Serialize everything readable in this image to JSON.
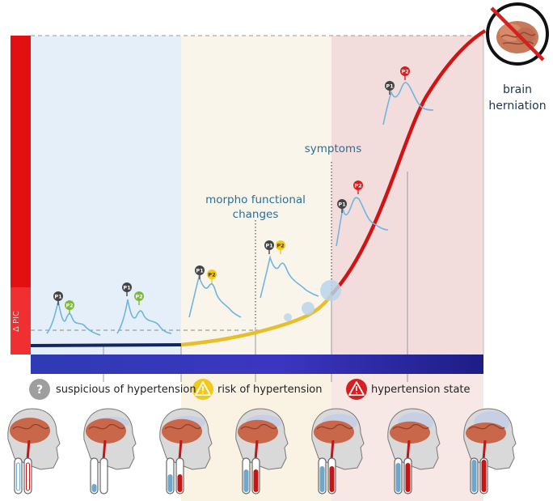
{
  "axis": {
    "y_label": "Δ PIC"
  },
  "annotations": {
    "morpho_line1": "morpho functional",
    "morpho_line2": "changes",
    "symptoms": "symptoms",
    "herniation_line1": "brain",
    "herniation_line2": "herniation"
  },
  "legend": [
    {
      "label": "suspicious of hypertension",
      "icon": "question-icon",
      "color": "#9e9e9e"
    },
    {
      "label": "risk of hypertension",
      "icon": "warning-icon",
      "color": "#f2c81c"
    },
    {
      "label": "hypertension state",
      "icon": "alert-icon",
      "color": "#d81f1f"
    }
  ],
  "waveform_peaks": {
    "p1": "P1",
    "p2": "P2"
  },
  "colors": {
    "normal": "#14265e",
    "risk": "#e8be2c",
    "hypertension": "#d01414",
    "waveform": "#6fb5df",
    "bar": "#2b2fa8"
  }
}
